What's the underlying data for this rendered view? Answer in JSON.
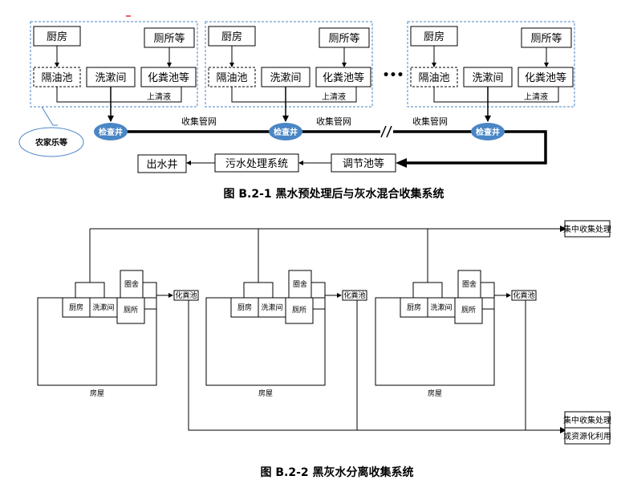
{
  "fig1": {
    "caption": "图 B.2-1  黑水预处理后与灰水混合收集系统",
    "kitchen": "厨房",
    "toilet": "厕所等",
    "grease": "隔油池",
    "wash": "洗漱间",
    "septic": "化粪池等",
    "supernatant": "上清液",
    "inspection": "检查井",
    "network": "收集管网",
    "ellipsis": "•••",
    "callout": "农家乐等",
    "outlet_well": "出水井",
    "treatment": "污水处理系统",
    "regulating": "调节池等"
  },
  "fig2": {
    "caption": "图 B.2-2 黑灰水分离收集系统",
    "kitchen": "厨房",
    "wash": "洗漱间",
    "toilet": "厕所",
    "pen": "圈舍",
    "septic": "化粪池",
    "house": "房屋",
    "central_line1": "集中收集处理",
    "central2_line1": "集中收集处理",
    "central2_line2": "或资源化利用"
  },
  "colors": {
    "inspection_fill": "#4a86c5",
    "dashed_border": "#4a86c5",
    "line": "#000000"
  }
}
